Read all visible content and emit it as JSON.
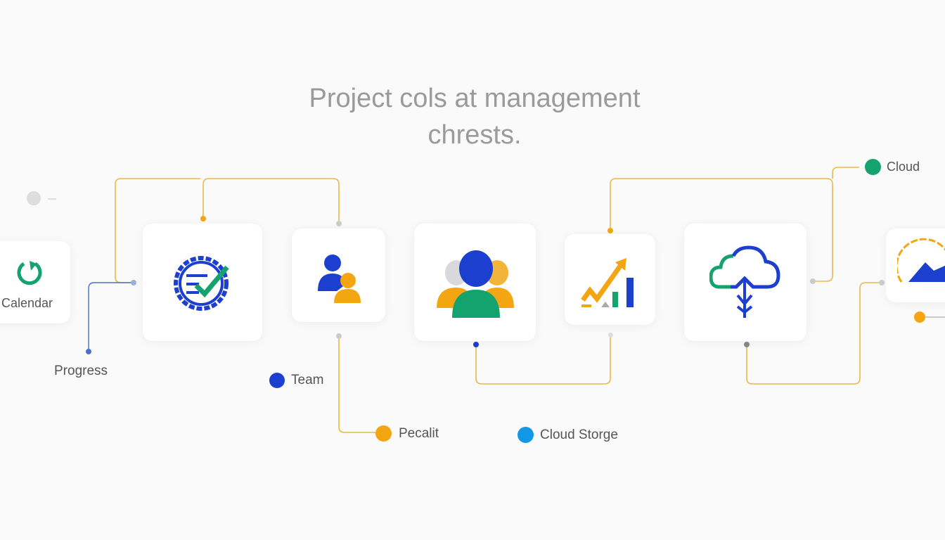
{
  "title": {
    "line1": "Project cols at management",
    "line2": "chrests."
  },
  "nodes": {
    "calendar": {
      "label": "Calendar",
      "icon": "refresh-icon"
    },
    "quality": {
      "icon": "badge-check-icon"
    },
    "team_pair": {
      "icon": "users-icon"
    },
    "group": {
      "icon": "group-icon"
    },
    "growth": {
      "icon": "growth-chart-icon"
    },
    "cloud_upload": {
      "icon": "cloud-upload-icon"
    },
    "gauge": {
      "icon": "gauge-icon"
    }
  },
  "labels": {
    "progress": "Progress",
    "team": "Team",
    "pecalit": "Pecalit",
    "cloud_storage": "Cloud Storge",
    "cloud": "Cloud"
  },
  "colors": {
    "blue": "#1d3fcf",
    "green": "#14a36e",
    "orange": "#f3a612",
    "light_blue": "#1198e6",
    "line": "#e9b84a",
    "text": "#555555",
    "title": "#9a9a9a"
  }
}
